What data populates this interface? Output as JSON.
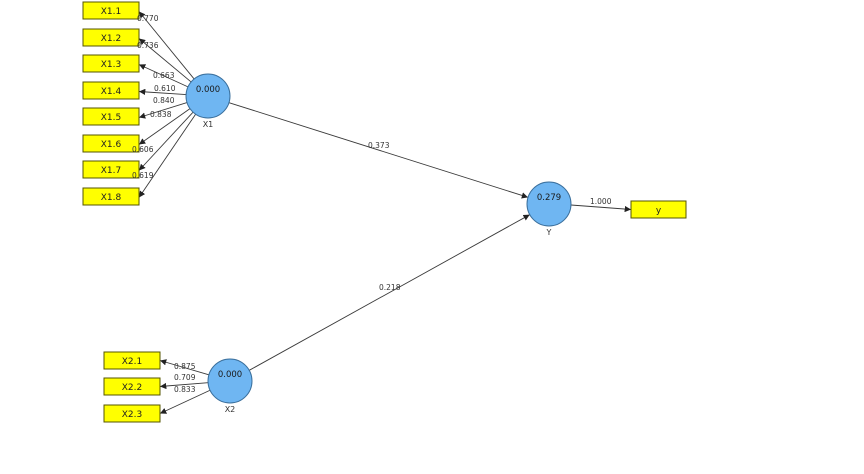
{
  "diagram": {
    "latent_variables": [
      {
        "id": "X1",
        "name": "X1",
        "value": "0.000"
      },
      {
        "id": "X2",
        "name": "X2",
        "value": "0.000"
      },
      {
        "id": "Y",
        "name": "Y",
        "value": "0.279"
      }
    ],
    "indicators": [
      {
        "id": "X1.1",
        "label": "X1.1",
        "construct": "X1",
        "loading": "0.770"
      },
      {
        "id": "X1.2",
        "label": "X1.2",
        "construct": "X1",
        "loading": "0.736"
      },
      {
        "id": "X1.3",
        "label": "X1.3",
        "construct": "X1",
        "loading": "0.663"
      },
      {
        "id": "X1.4",
        "label": "X1.4",
        "construct": "X1",
        "loading": "0.610"
      },
      {
        "id": "X1.5",
        "label": "X1.5",
        "construct": "X1",
        "loading": "0.840"
      },
      {
        "id": "X1.6",
        "label": "X1.6",
        "construct": "X1",
        "loading": "0.838"
      },
      {
        "id": "X1.7",
        "label": "X1.7",
        "construct": "X1",
        "loading": "0.606"
      },
      {
        "id": "X1.8",
        "label": "X1.8",
        "construct": "X1",
        "loading": "0.619"
      },
      {
        "id": "X2.1",
        "label": "X2.1",
        "construct": "X2",
        "loading": "0.875"
      },
      {
        "id": "X2.2",
        "label": "X2.2",
        "construct": "X2",
        "loading": "0.709"
      },
      {
        "id": "X2.3",
        "label": "X2.3",
        "construct": "X2",
        "loading": "0.833"
      },
      {
        "id": "y",
        "label": "y",
        "construct": "Y",
        "loading": "1.000"
      }
    ],
    "paths": [
      {
        "from": "X1",
        "to": "Y",
        "coefficient": "0.373"
      },
      {
        "from": "X2",
        "to": "Y",
        "coefficient": "0.218"
      }
    ]
  }
}
